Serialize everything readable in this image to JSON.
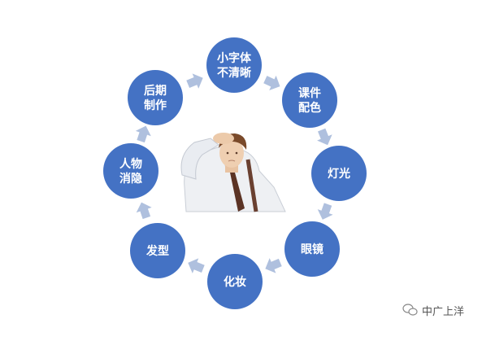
{
  "colors": {
    "node_fill": "#4472C4",
    "arrow_fill": "#AFC0DE",
    "text": "#FFFFFF"
  },
  "diagram": {
    "center_image": "man-holding-head-photo",
    "nodes": [
      {
        "id": "small-text",
        "lines": [
          "小字体",
          "不清晰"
        ]
      },
      {
        "id": "courseware-color",
        "lines": [
          "课件",
          "配色"
        ]
      },
      {
        "id": "lighting",
        "lines": [
          "灯光"
        ]
      },
      {
        "id": "glasses",
        "lines": [
          "眼镜"
        ]
      },
      {
        "id": "makeup",
        "lines": [
          "化妆"
        ]
      },
      {
        "id": "hairstyle",
        "lines": [
          "发型"
        ]
      },
      {
        "id": "person-hidden",
        "lines": [
          "人物",
          "消隐"
        ]
      },
      {
        "id": "post-production",
        "lines": [
          "后期",
          "制作"
        ]
      }
    ]
  },
  "watermark": {
    "icon": "wechat-icon",
    "text": "中广上洋"
  }
}
